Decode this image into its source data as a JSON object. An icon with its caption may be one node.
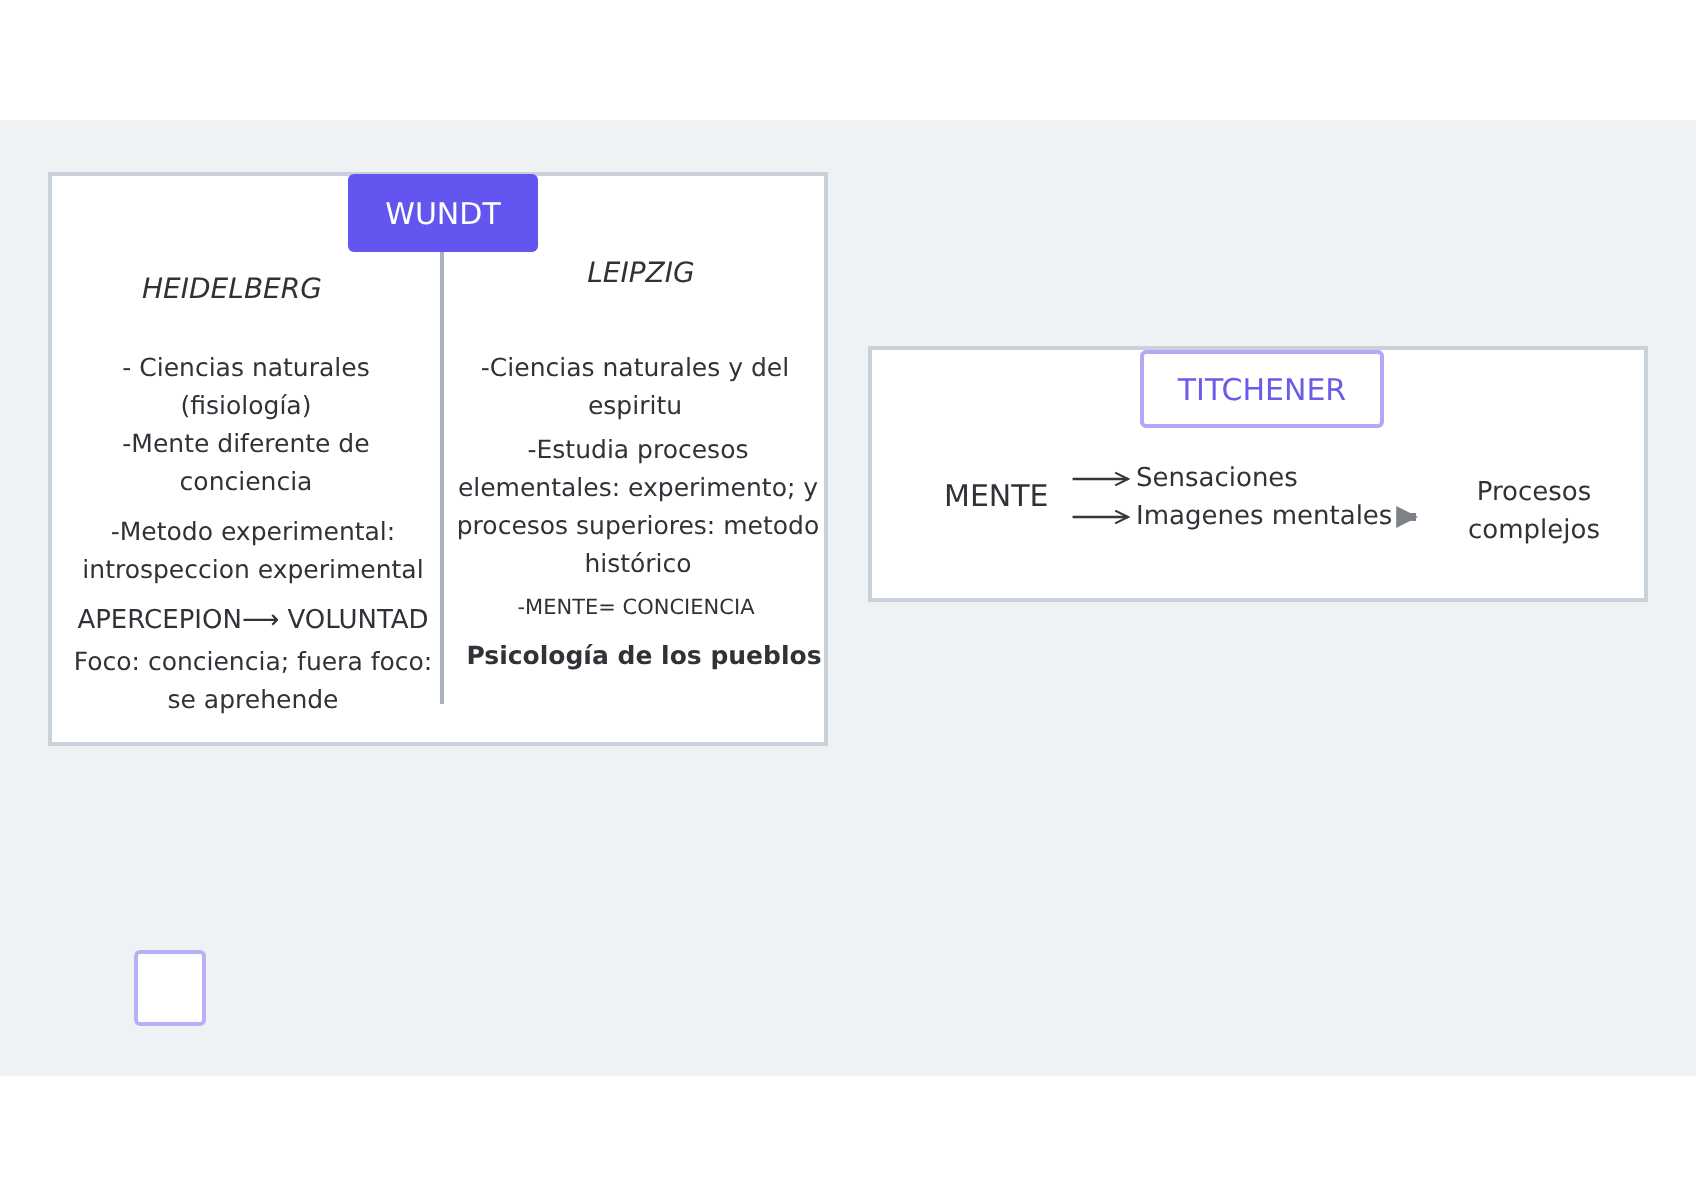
{
  "diagram": {
    "nodes": [
      {
        "text": [
          "HEIDELBERG",
          "- Ciencias naturales (fisiología)",
          "-Mente diferente de conciencia",
          "-Metodo experimental: introspeccion experimental",
          "APERCEPION⟶ VOLUNTAD",
          "Foco: conciencia; fuera foco: se aprehende",
          "LEIPZIG",
          "-Ciencias naturales y del espiritu",
          "-Estudia procesos elementales: experimento; y procesos superiores: metodo histórico",
          "-MENTE= CONCIENCIA",
          "Psicología de los pueblos"
        ]
      },
      {
        "text": [
          "WUNDT"
        ],
        "in": 0
      },
      {
        "text": [],
        "shape": "box"
      },
      {
        "text": [
          "TITCHENER"
        ],
        "in": 2
      },
      {
        "text": [
          "MENTE"
        ],
        "in": 2
      },
      {
        "text": [
          "Sensaciones"
        ],
        "in": 2
      },
      {
        "text": [
          "Imagenes mentales"
        ],
        "in": 2
      },
      {
        "text": [
          "Procesos complejos"
        ],
        "in": 2
      },
      {
        "text": [],
        "shape": "box"
      }
    ],
    "edges": [
      {
        "from": 4,
        "to": 5,
        "arrow": "to"
      },
      {
        "from": 4,
        "to": 6,
        "arrow": "to"
      },
      {
        "from": 6,
        "to": 7,
        "arrow": "to",
        "style": "thick",
        "color": "#7d8288"
      }
    ]
  }
}
